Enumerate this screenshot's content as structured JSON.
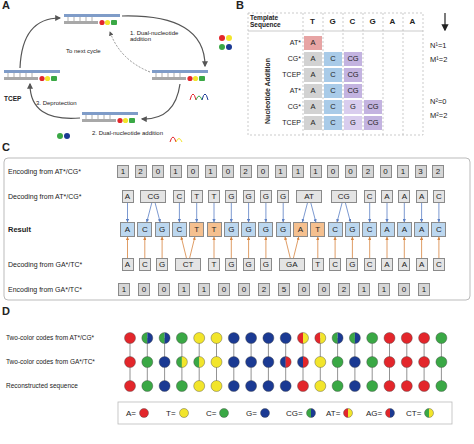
{
  "diagram": {
    "nodes": [
      {
        "text": [
          "1"
        ]
      },
      {
        "text": [
          "2"
        ]
      },
      {
        "text": [
          "0"
        ]
      },
      {
        "text": [
          "1"
        ]
      },
      {
        "text": [
          "0"
        ]
      },
      {
        "text": [
          "1"
        ]
      },
      {
        "text": [
          "0"
        ]
      },
      {
        "text": [
          "2"
        ]
      },
      {
        "text": [
          "0"
        ]
      },
      {
        "text": [
          "1"
        ]
      },
      {
        "text": [
          "1"
        ]
      },
      {
        "text": [
          "1"
        ]
      },
      {
        "text": [
          "0"
        ]
      },
      {
        "text": [
          "0"
        ]
      },
      {
        "text": [
          "2"
        ]
      },
      {
        "text": [
          "0"
        ]
      },
      {
        "text": [
          "1"
        ]
      },
      {
        "text": [
          "3"
        ]
      },
      {
        "text": [
          "2"
        ]
      },
      {
        "text": [
          "A"
        ]
      },
      {
        "text": [
          "CG"
        ]
      },
      {
        "text": [
          "C"
        ]
      },
      {
        "text": [
          "T"
        ]
      },
      {
        "text": [
          "T"
        ]
      },
      {
        "text": [
          "G"
        ]
      },
      {
        "text": [
          "G"
        ]
      },
      {
        "text": [
          "G"
        ]
      },
      {
        "text": [
          "G"
        ]
      },
      {
        "text": [
          "AT"
        ]
      },
      {
        "text": [
          "CG"
        ]
      },
      {
        "text": [
          "C"
        ]
      },
      {
        "text": [
          "A"
        ]
      },
      {
        "text": [
          "A"
        ]
      },
      {
        "text": [
          "A"
        ]
      },
      {
        "text": [
          "C"
        ]
      },
      {
        "text": [
          "A"
        ]
      },
      {
        "text": [
          "C"
        ]
      },
      {
        "text": [
          "G"
        ]
      },
      {
        "text": [
          "C"
        ]
      },
      {
        "text": [
          "T"
        ]
      },
      {
        "text": [
          "T"
        ]
      },
      {
        "text": [
          "G"
        ]
      },
      {
        "text": [
          "G"
        ]
      },
      {
        "text": [
          "G"
        ]
      },
      {
        "text": [
          "G"
        ]
      },
      {
        "text": [
          "A"
        ]
      },
      {
        "text": [
          "T"
        ]
      },
      {
        "text": [
          "C"
        ]
      },
      {
        "text": [
          "G"
        ]
      },
      {
        "text": [
          "C"
        ]
      },
      {
        "text": [
          "A"
        ]
      },
      {
        "text": [
          "A"
        ]
      },
      {
        "text": [
          "A"
        ]
      },
      {
        "text": [
          "C"
        ]
      },
      {
        "text": [
          "A"
        ]
      },
      {
        "text": [
          "C"
        ]
      },
      {
        "text": [
          "G"
        ]
      },
      {
        "text": [
          "CT"
        ]
      },
      {
        "text": [
          "T"
        ]
      },
      {
        "text": [
          "G"
        ]
      },
      {
        "text": [
          "G"
        ]
      },
      {
        "text": [
          "G"
        ]
      },
      {
        "text": [
          "GA"
        ]
      },
      {
        "text": [
          "T"
        ]
      },
      {
        "text": [
          "C"
        ]
      },
      {
        "text": [
          "G"
        ]
      },
      {
        "text": [
          "C"
        ]
      },
      {
        "text": [
          "A"
        ]
      },
      {
        "text": [
          "A"
        ]
      },
      {
        "text": [
          "A"
        ]
      },
      {
        "text": [
          "C"
        ]
      },
      {
        "text": [
          "1"
        ]
      },
      {
        "text": [
          "0"
        ]
      },
      {
        "text": [
          "0"
        ]
      },
      {
        "text": [
          "1"
        ]
      },
      {
        "text": [
          "1"
        ]
      },
      {
        "text": [
          "0"
        ]
      },
      {
        "text": [
          "0"
        ]
      },
      {
        "text": [
          "2"
        ]
      },
      {
        "text": [
          "5"
        ]
      },
      {
        "text": [
          "0"
        ]
      },
      {
        "text": [
          "0"
        ]
      },
      {
        "text": [
          "2"
        ]
      },
      {
        "text": [
          "1"
        ]
      },
      {
        "text": [
          "1"
        ]
      },
      {
        "text": [
          "0"
        ]
      },
      {
        "text": [
          "1"
        ]
      }
    ],
    "edges": [
      {
        "from": 19,
        "to": 35,
        "arrow": "to"
      },
      {
        "from": 20,
        "to": 36,
        "arrow": "to"
      },
      {
        "from": 20,
        "to": 37,
        "arrow": "to"
      },
      {
        "from": 21,
        "to": 38,
        "arrow": "to"
      },
      {
        "from": 22,
        "to": 39,
        "arrow": "to"
      },
      {
        "from": 23,
        "to": 40,
        "arrow": "to"
      },
      {
        "from": 24,
        "to": 41,
        "arrow": "to"
      },
      {
        "from": 25,
        "to": 42,
        "arrow": "to"
      },
      {
        "from": 26,
        "to": 43,
        "arrow": "to"
      },
      {
        "from": 27,
        "to": 44,
        "arrow": "to"
      },
      {
        "from": 28,
        "to": 45,
        "arrow": "to"
      },
      {
        "from": 28,
        "to": 46,
        "arrow": "to"
      },
      {
        "from": 29,
        "to": 47,
        "arrow": "to"
      },
      {
        "from": 29,
        "to": 48,
        "arrow": "to"
      },
      {
        "from": 30,
        "to": 49,
        "arrow": "to"
      },
      {
        "from": 31,
        "to": 50,
        "arrow": "to"
      },
      {
        "from": 32,
        "to": 51,
        "arrow": "to"
      },
      {
        "from": 33,
        "to": 52,
        "arrow": "to"
      },
      {
        "from": 34,
        "to": 53,
        "arrow": "to"
      },
      {
        "from": 54,
        "to": 35,
        "arrow": "to"
      },
      {
        "from": 55,
        "to": 36,
        "arrow": "to"
      },
      {
        "from": 56,
        "to": 37,
        "arrow": "to"
      },
      {
        "from": 57,
        "to": 38,
        "arrow": "to"
      },
      {
        "from": 57,
        "to": 39,
        "arrow": "to"
      },
      {
        "from": 58,
        "to": 40,
        "arrow": "to"
      },
      {
        "from": 59,
        "to": 41,
        "arrow": "to"
      },
      {
        "from": 60,
        "to": 42,
        "arrow": "to"
      },
      {
        "from": 61,
        "to": 43,
        "arrow": "to"
      },
      {
        "from": 62,
        "to": 44,
        "arrow": "to"
      },
      {
        "from": 62,
        "to": 45,
        "arrow": "to"
      },
      {
        "from": 63,
        "to": 46,
        "arrow": "to"
      },
      {
        "from": 64,
        "to": 47,
        "arrow": "to"
      },
      {
        "from": 65,
        "to": 48,
        "arrow": "to"
      },
      {
        "from": 66,
        "to": 49,
        "arrow": "to"
      },
      {
        "from": 67,
        "to": 50,
        "arrow": "to"
      },
      {
        "from": 68,
        "to": 51,
        "arrow": "to"
      },
      {
        "from": 69,
        "to": 52,
        "arrow": "to"
      },
      {
        "from": 70,
        "to": 53,
        "arrow": "to"
      }
    ],
    "labels": [
      "A",
      "1. Dual-nucleotide addition",
      "To next cycle",
      "TCEP",
      "3. Deprotection",
      "2. Dual-nucleotide addition",
      "B",
      "Template Sequence",
      "T",
      "G",
      "C",
      "G",
      "A",
      "A",
      "Nucleotide Addition",
      "AT*",
      "CG*",
      "TCEP",
      "AT*",
      "CG*",
      "TCEP",
      "A",
      "A",
      "C",
      "CG",
      "A",
      "C",
      "CG",
      "A",
      "C",
      "CG",
      "A",
      "C",
      "G",
      "CG",
      "A",
      "C",
      "G",
      "CG",
      "N¹=1",
      "M¹=2",
      "N²=0",
      "M²=2",
      "C",
      "Encoding from AT*/CG*",
      "Decoding from AT*/CG*",
      "Result",
      "Decoding from GA*/TC*",
      "Encoding from GA*/TC*",
      "D",
      "Two-color codes from AT*/CG*",
      "Two-color codes from GA*/TC*",
      "Reconstructed sequence"
    ],
    "legend": [
      {
        "text": "A=",
        "color": "#e3262b"
      },
      {
        "text": "T=",
        "color": "#f2e52b"
      },
      {
        "text": "C=",
        "color": "#3aa845"
      },
      {
        "text": "G=",
        "color": "#1b3a93"
      },
      {
        "text": "CG="
      },
      {
        "text": "AT="
      },
      {
        "text": "AG="
      },
      {
        "text": "CT="
      }
    ]
  }
}
